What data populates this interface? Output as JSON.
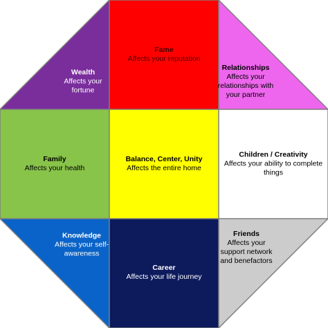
{
  "colors": {
    "wealth": "#7a2e9c",
    "fame": "#ff0000",
    "relationships": "#ee66ee",
    "family": "#88c34a",
    "center": "#ffff00",
    "children": "#ffffff",
    "knowledge": "#0a63c8",
    "career": "#0d1a5c",
    "friends": "#cccccc",
    "border": "#7f7f7f"
  },
  "sections": {
    "wealth": {
      "title": "Wealth",
      "desc": "Affects your fortune"
    },
    "fame": {
      "title": "Fame",
      "desc": "Affects your reputation"
    },
    "relationships": {
      "title": "Relationships",
      "desc": "Affects your relationships with your partner"
    },
    "family": {
      "title": "Family",
      "desc": "Affects your health"
    },
    "center": {
      "title": "Balance, Center, Unity",
      "desc": "Affects the entire home"
    },
    "children": {
      "title": "Children / Creativity",
      "desc": "Affects your ability to complete things"
    },
    "knowledge": {
      "title": "Knowledge",
      "desc": "Affects your self-awareness"
    },
    "career": {
      "title": "Career",
      "desc": "Affects your life journey"
    },
    "friends": {
      "title": "Friends",
      "desc": "Affects your support network and benefactors"
    }
  }
}
